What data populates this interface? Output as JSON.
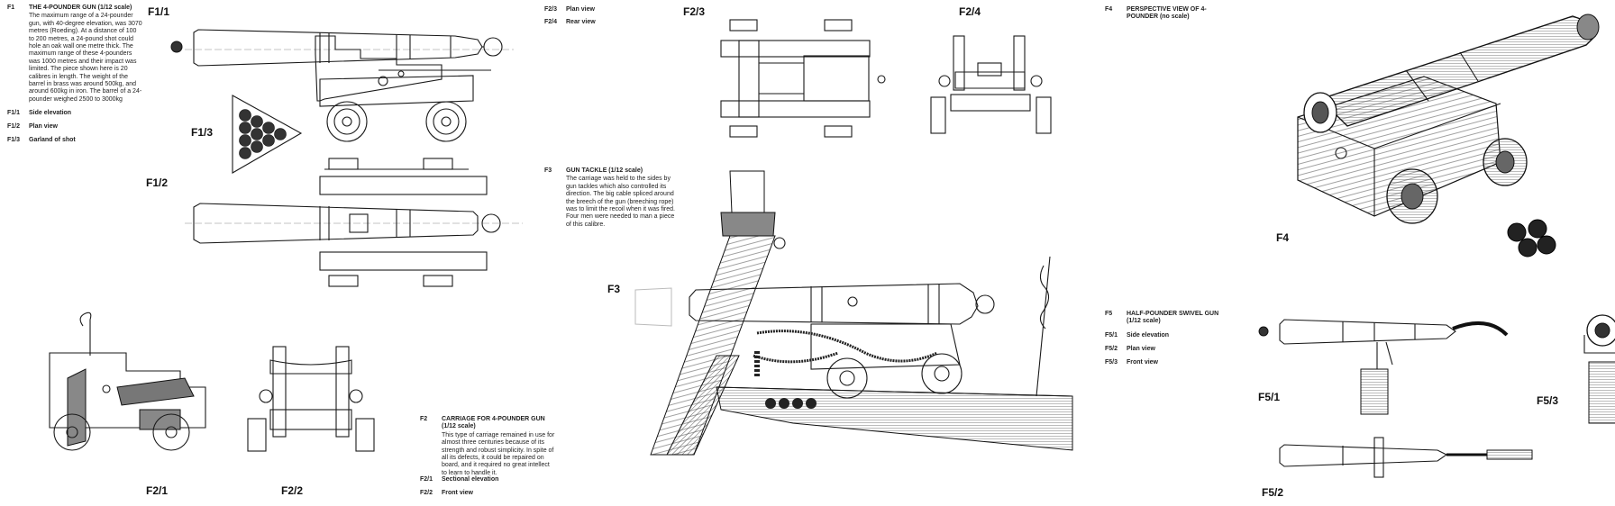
{
  "figure_labels": {
    "f1_1": "F1/1",
    "f1_2": "F1/2",
    "f1_3": "F1/3",
    "f2_1": "F2/1",
    "f2_2": "F2/2",
    "f2_3": "F2/3",
    "f2_4": "F2/4",
    "f3": "F3",
    "f4": "F4",
    "f5_1": "F5/1",
    "f5_2": "F5/2",
    "f5_3": "F5/3"
  },
  "captions": {
    "f1": {
      "code": "F1",
      "title": "THE 4-POUNDER GUN (1/12 scale)",
      "body": "The maximum range of a 24-pounder gun, with 40-degree elevation, was 3070 metres (Roeding). At a distance of 100 to 200 metres, a 24-pound shot could hole an oak wall one metre thick. The maximum range of these 4-pounders was 1000 metres and their impact was limited. The piece shown here is 20 calibres in length. The weight of the barrel in brass was around 500kg, and around 600kg in iron. The barrel of a 24-pounder weighed 2500 to 3000kg",
      "legend": [
        {
          "code": "F1/1",
          "text": "Side elevation"
        },
        {
          "code": "F1/2",
          "text": "Plan view"
        },
        {
          "code": "F1/3",
          "text": "Garland of shot"
        }
      ]
    },
    "f2": {
      "code": "F2",
      "title": "CARRIAGE FOR 4-POUNDER GUN (1/12 scale)",
      "body": "This type of carriage remained in use for almost three centuries because of its strength and robust simplicity. In spite of all its defects, it could be repaired on board, and it required no great intellect to learn to handle it.",
      "legend": [
        {
          "code": "F2/1",
          "text": "Sectional elevation"
        },
        {
          "code": "F2/2",
          "text": "Front view"
        }
      ]
    },
    "f2_views": {
      "legend": [
        {
          "code": "F2/3",
          "text": "Plan view"
        },
        {
          "code": "F2/4",
          "text": "Rear view"
        }
      ]
    },
    "f3": {
      "code": "F3",
      "title": "GUN TACKLE (1/12 scale)",
      "body": "The carriage was held to the sides by gun tackles which also controlled its direction. The big cable spliced around the breech of the gun (breeching rope) was to limit the recoil when it was fired. Four men were needed to man a piece of this calibre."
    },
    "f4": {
      "code": "F4",
      "title": "PERSPECTIVE VIEW OF 4-POUNDER (no scale)"
    },
    "f5": {
      "code": "F5",
      "title": "HALF-POUNDER SWIVEL GUN (1/12 scale)",
      "legend": [
        {
          "code": "F5/1",
          "text": "Side elevation"
        },
        {
          "code": "F5/2",
          "text": "Plan view"
        },
        {
          "code": "F5/3",
          "text": "Front view"
        }
      ]
    }
  }
}
